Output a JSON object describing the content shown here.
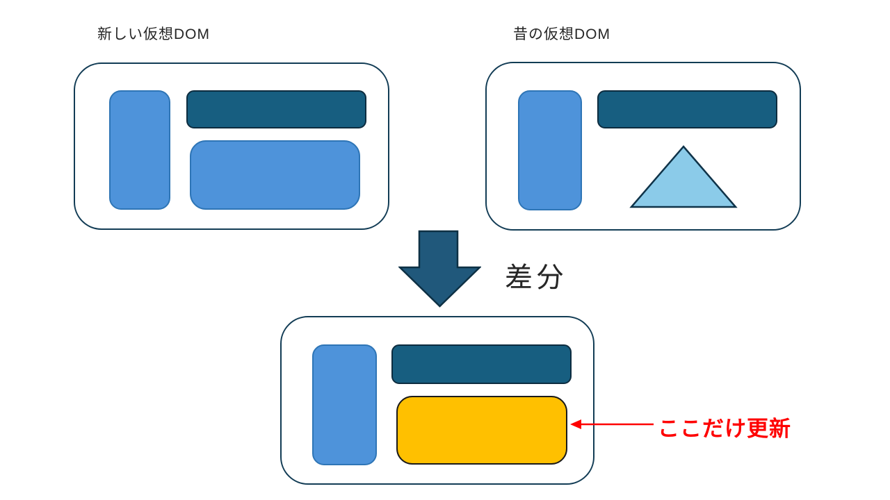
{
  "diagram": {
    "new_vdom": {
      "label": "新しい仮想DOM"
    },
    "old_vdom": {
      "label": "昔の仮想DOM"
    },
    "diff": {
      "label": "差分"
    },
    "annotation": {
      "label": "ここだけ更新"
    }
  },
  "colors": {
    "background": "#ffffff",
    "panel_border": "#123c55",
    "blue_fill": "#4e93da",
    "blue_border": "#2e75b6",
    "teal_fill": "#175e80",
    "teal_border": "#0d2c3f",
    "light_blue_fill": "#8bcbe9",
    "light_blue_border": "#0f3349",
    "yellow_fill": "#ffc000",
    "yellow_border": "#1a1a1a",
    "arrow_fill": "#20587b",
    "arrow_border": "#0d3044",
    "annotation_red": "#fe0000",
    "label_text": "#262626"
  }
}
